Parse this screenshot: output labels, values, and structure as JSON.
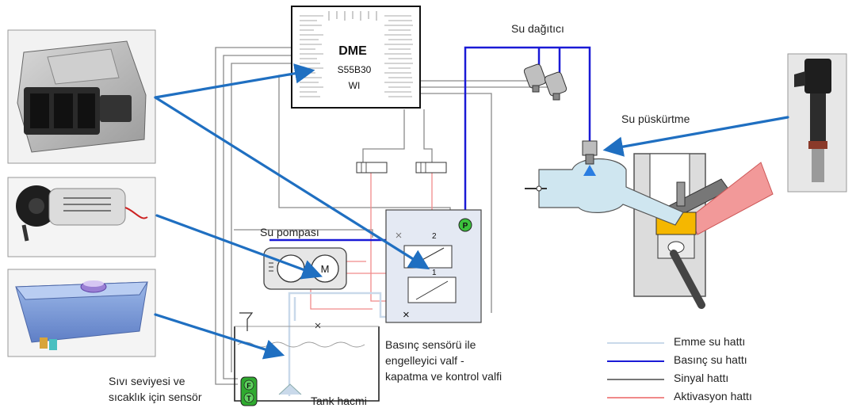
{
  "dme": {
    "title": "DME",
    "model": "S55B30",
    "sub": "WI"
  },
  "labels": {
    "water_distributor": "Su dağıtıcı",
    "water_injection": "Su püskürtme",
    "water_pump": "Su pompası",
    "pump_motor": "M",
    "pressure_sensor": "P",
    "valve_port_2": "2",
    "valve_port_1": "1",
    "sensor_f": "F",
    "sensor_t": "T",
    "tank_volume": "Tank hacmi",
    "pressure_sensor_valve": [
      "Basınç sensörü ile",
      "engelleyici valf -",
      "kapatma ve kontrol valfi"
    ],
    "level_temp_sensor": [
      "Sıvı seviyesi ve",
      "sıcaklık için sensör"
    ]
  },
  "legend": [
    {
      "label": "Emme su hattı",
      "color": "#c9d9ea"
    },
    {
      "label": "Basınç su hattı",
      "color": "#1a1ad6"
    },
    {
      "label": "Sinyal hattı",
      "color": "#777777"
    },
    {
      "label": "Aktivasyon hattı",
      "color": "#f08a8a"
    }
  ],
  "colors": {
    "arrow": "#1f6fc1",
    "suction": "#c9d9ea",
    "pressure": "#1a1ad6",
    "signal": "#8a8a8a",
    "activation": "#f08a8a",
    "module_bg": "#e4e9f3"
  }
}
